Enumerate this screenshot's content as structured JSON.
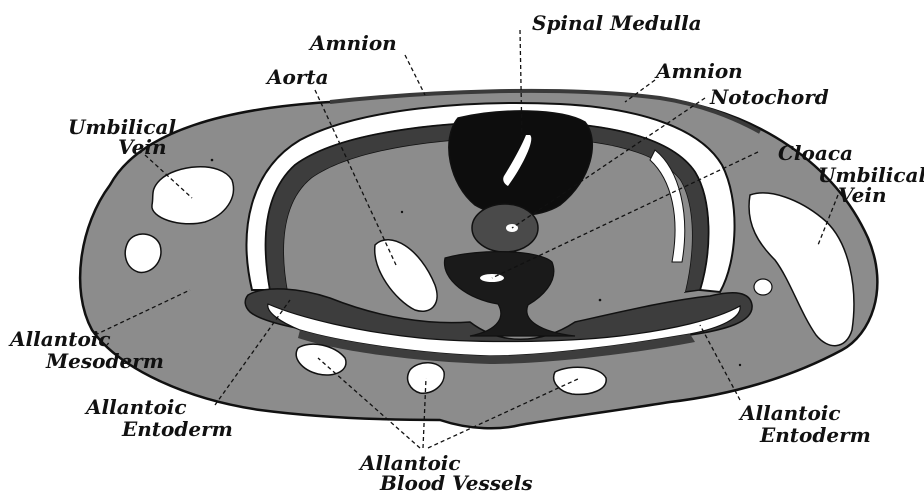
{
  "diagram": {
    "colors": {
      "background": "#ffffff",
      "mesoderm": "#8c8c8c",
      "entoderm": "#3d3d3d",
      "neural": "#0d0d0d",
      "notochord": "#4a4a4a",
      "cavity": "#ffffff",
      "outline": "#111111"
    },
    "labels": {
      "spinal_medulla": "Spinal Medulla",
      "amnion_top": "Amnion",
      "amnion_right": "Amnion",
      "aorta": "Aorta",
      "notochord": "Notochord",
      "umbilical_vein_left_1": "Umbilical",
      "umbilical_vein_left_2": "Vein",
      "cloaca": "Cloaca",
      "umbilical_vein_right_1": "Umbilical",
      "umbilical_vein_right_2": "Vein",
      "allantoic_mesoderm_1": "Allantoic",
      "allantoic_mesoderm_2": "Mesoderm",
      "allantoic_entoderm_left_1": "Allantoic",
      "allantoic_entoderm_left_2": "Entoderm",
      "allantoic_entoderm_right_1": "Allantoic",
      "allantoic_entoderm_right_2": "Entoderm",
      "allantoic_blood_vessels_1": "Allantoic",
      "allantoic_blood_vessels_2": "Blood Vessels"
    }
  }
}
